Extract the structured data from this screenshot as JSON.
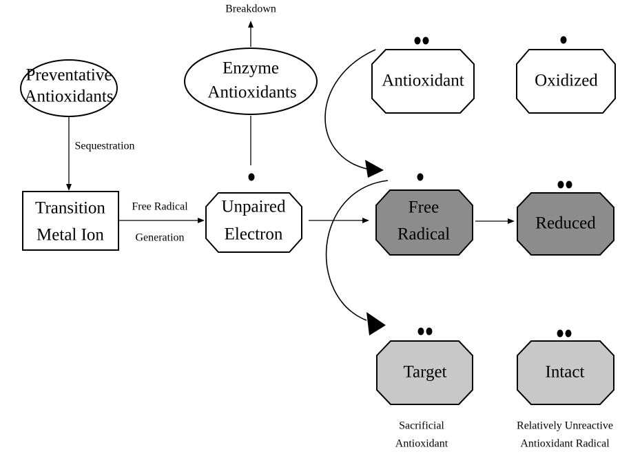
{
  "nodes": {
    "preventative": {
      "line1": "Preventative",
      "line2": "Antioxidants"
    },
    "enzyme": {
      "line1": "Enzyme",
      "line2": "Antioxidants"
    },
    "transition": {
      "line1": "Transition",
      "line2": "Metal Ion"
    },
    "unpaired": {
      "line1": "Unpaired",
      "line2": "Electron"
    },
    "antioxidant": {
      "line1": "Antioxidant"
    },
    "oxidized": {
      "line1": "Oxidized"
    },
    "free_radical": {
      "line1": "Free",
      "line2": "Radical"
    },
    "reduced": {
      "line1": "Reduced"
    },
    "target": {
      "line1": "Target"
    },
    "intact": {
      "line1": "Intact"
    }
  },
  "labels": {
    "breakdown": "Breakdown",
    "sequestration": "Sequestration",
    "free_radical_generation_1": "Free Radical",
    "free_radical_generation_2": "Generation",
    "sacrificial_1": "Sacrificial",
    "sacrificial_2": "Antioxidant",
    "unreactive_1": "Relatively Unreactive",
    "unreactive_2": "Antioxidant Radical"
  },
  "colors": {
    "white_fill": "#ffffff",
    "dark_fill": "#8c8c8c",
    "light_fill": "#c8c8c8",
    "stroke": "#000000"
  }
}
